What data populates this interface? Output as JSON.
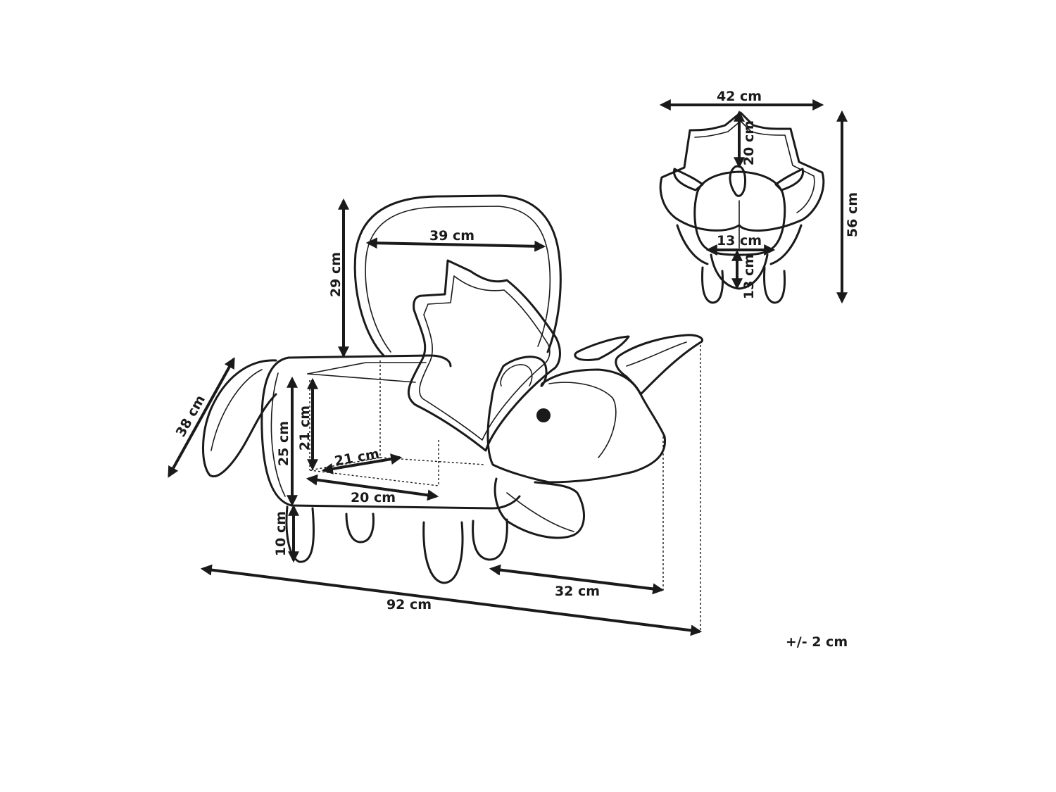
{
  "diagram": {
    "side_view": {
      "storage_height": "21 cm",
      "body_height": "25 cm",
      "leg_height": "10 cm",
      "lid_height": "29 cm",
      "lid_width": "39 cm",
      "depth": "38 cm",
      "storage_depth": "21 cm",
      "storage_width": "20 cm",
      "head_length": "32 cm",
      "total_length": "92 cm"
    },
    "front_view": {
      "width": "42 cm",
      "total_height": "56 cm",
      "frill_height": "20 cm",
      "face_width": "13 cm",
      "face_height": "13 cm"
    },
    "tolerance": "+/- 2 cm"
  }
}
